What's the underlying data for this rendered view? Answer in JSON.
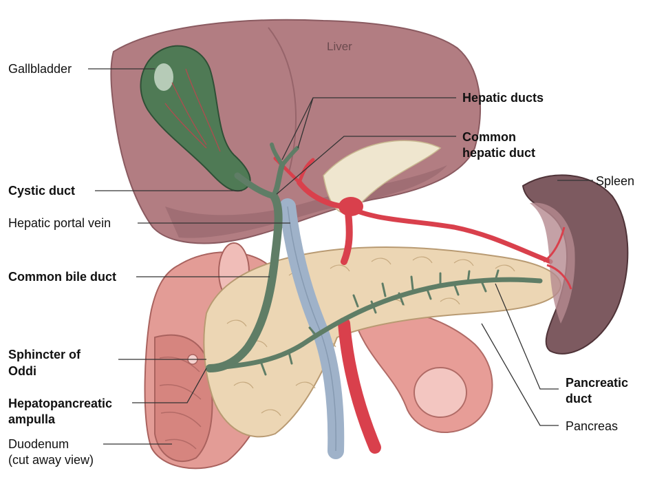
{
  "labels": {
    "liver": "Liver",
    "gallbladder": "Gallbladder",
    "hepatic_ducts": "Hepatic ducts",
    "common_hepatic_duct_1": "Common",
    "common_hepatic_duct_2": "hepatic duct",
    "spleen": "Spleen",
    "cystic_duct": "Cystic duct",
    "hepatic_portal_vein": "Hepatic portal vein",
    "common_bile_duct": "Common bile duct",
    "sphincter_1": "Sphincter of",
    "sphincter_2": "Oddi",
    "ampulla_1": "Hepatopancreatic",
    "ampulla_2": "ampulla",
    "duodenum_1": "Duodenum",
    "duodenum_2": "(cut away view)",
    "pancreatic_duct_1": "Pancreatic",
    "pancreatic_duct_2": "duct",
    "pancreas": "Pancreas"
  },
  "colors": {
    "liver": "#a8747a",
    "liver_shade": "#8f5c63",
    "gallbladder": "#4f7a55",
    "duct": "#5f7d66",
    "artery": "#d9404c",
    "vein": "#9fb2c9",
    "pancreas": "#ecd6b4",
    "duodenum": "#e39c96",
    "spleen": "#7d5a60",
    "leader": "#333333"
  }
}
